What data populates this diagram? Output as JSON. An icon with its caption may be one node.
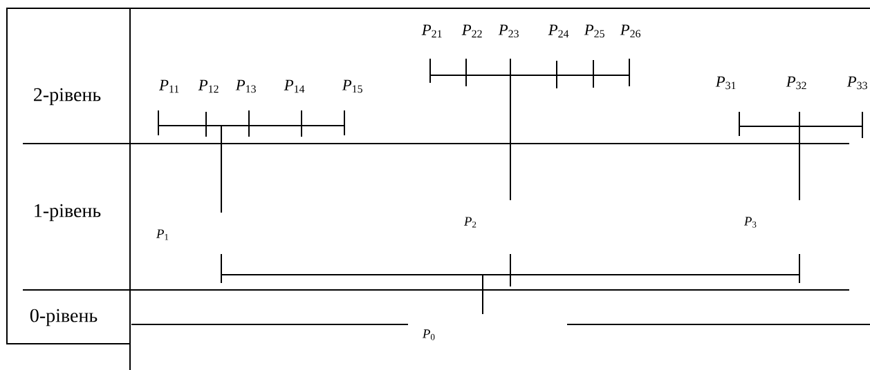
{
  "diagram": {
    "nodes": [
      {
        "text": [
          "*P*$_{0}$"
        ]
      },
      {
        "text": [
          "*P*$_{1}$"
        ]
      },
      {
        "text": [
          "*P*$_{2}$"
        ]
      },
      {
        "text": [
          "*P*$_{3}$"
        ]
      },
      {
        "text": [
          "*P*$_{11}$"
        ]
      },
      {
        "text": [
          "*P*$_{12}$"
        ]
      },
      {
        "text": [
          "*P*$_{13}$"
        ]
      },
      {
        "text": [
          "*P*$_{14}$"
        ]
      },
      {
        "text": [
          "*P*$_{15}$"
        ]
      },
      {
        "text": [
          "*P*$_{21}$"
        ]
      },
      {
        "text": [
          "*P*$_{22}$"
        ]
      },
      {
        "text": [
          "*P*$_{23}$"
        ]
      },
      {
        "text": [
          "*P*$_{24}$"
        ]
      },
      {
        "text": [
          "*P*$_{25}$"
        ]
      },
      {
        "text": [
          "*P*$_{26}$"
        ]
      },
      {
        "text": [
          "*P*$_{31}$"
        ]
      },
      {
        "text": [
          "*P*$_{32}$"
        ]
      },
      {
        "text": [
          "*P*$_{33}$"
        ]
      }
    ],
    "edges": [
      {
        "from": 0,
        "to": 1,
        "arrow": "none"
      },
      {
        "from": 0,
        "to": 2,
        "arrow": "none"
      },
      {
        "from": 0,
        "to": 3,
        "arrow": "none"
      },
      {
        "from": 1,
        "to": 4,
        "arrow": "none"
      },
      {
        "from": 1,
        "to": 5,
        "arrow": "none"
      },
      {
        "from": 1,
        "to": 6,
        "arrow": "none"
      },
      {
        "from": 1,
        "to": 7,
        "arrow": "none"
      },
      {
        "from": 1,
        "to": 8,
        "arrow": "none"
      },
      {
        "from": 2,
        "to": 9,
        "arrow": "none"
      },
      {
        "from": 2,
        "to": 10,
        "arrow": "none"
      },
      {
        "from": 2,
        "to": 11,
        "arrow": "none"
      },
      {
        "from": 2,
        "to": 12,
        "arrow": "none"
      },
      {
        "from": 2,
        "to": 13,
        "arrow": "none"
      },
      {
        "from": 2,
        "to": 14,
        "arrow": "none"
      },
      {
        "from": 3,
        "to": 15,
        "arrow": "none"
      },
      {
        "from": 3,
        "to": 16,
        "arrow": "none"
      },
      {
        "from": 3,
        "to": 17,
        "arrow": "none"
      }
    ],
    "labels": [
      "2-рівень",
      "1-рівень",
      "0-рівень"
    ]
  }
}
